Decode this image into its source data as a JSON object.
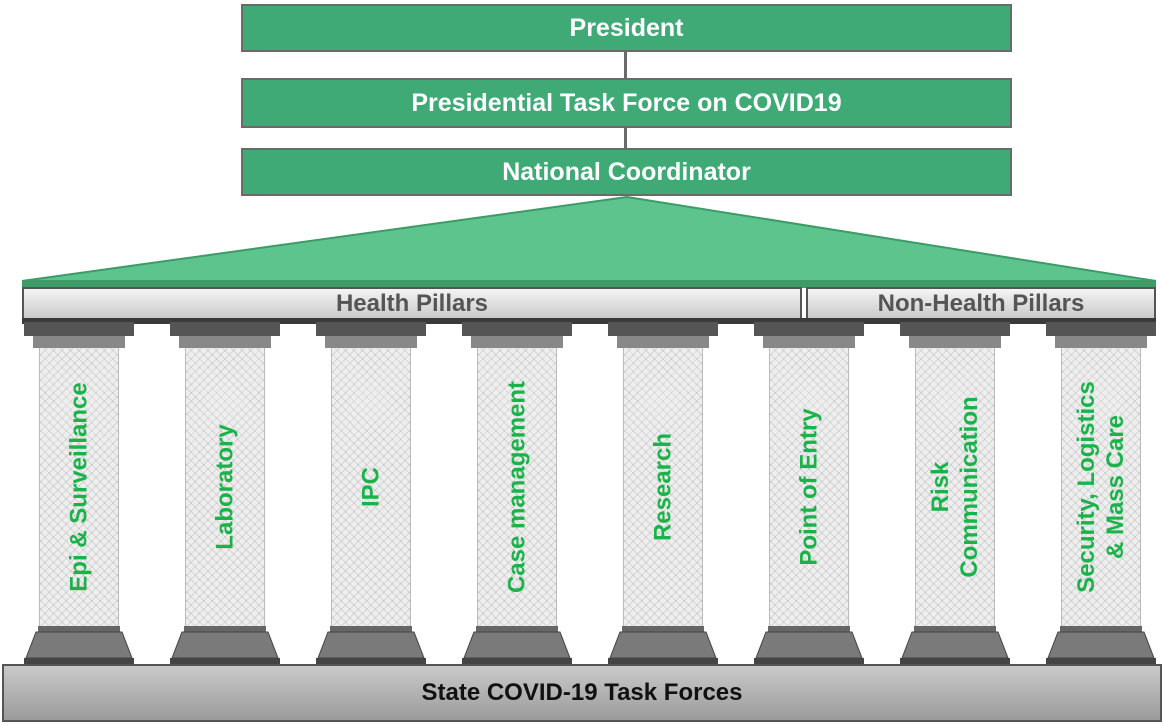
{
  "hierarchy": {
    "president": "President",
    "task_force": "Presidential Task Force on COVID19",
    "coordinator": "National Coordinator"
  },
  "beams": {
    "health": "Health Pillars",
    "non_health": "Non-Health Pillars"
  },
  "pillars": [
    {
      "label": "Epi & Surveillance"
    },
    {
      "label": "Laboratory"
    },
    {
      "label": "IPC"
    },
    {
      "label": "Case management"
    },
    {
      "label": "Research"
    },
    {
      "label": "Point of Entry"
    },
    {
      "label": "Risk\nCommunication"
    },
    {
      "label": "Security, Logistics\n& Mass Care"
    }
  ],
  "foundation": "State COVID-19 Task Forces",
  "colors": {
    "box_green": "#3faa75",
    "roof_green": "#5cc48c",
    "pillar_text": "#19b34a",
    "border_gray": "#6a6a6a"
  }
}
